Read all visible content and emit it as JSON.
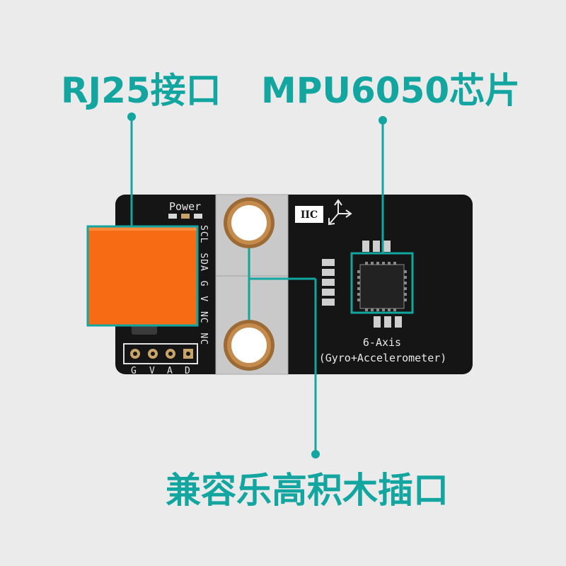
{
  "callouts": {
    "rj25": "RJ25接口",
    "mpu": "MPU6050芯片",
    "lego": "兼容乐高积木插口"
  },
  "board": {
    "power_label": "Power",
    "pins": [
      "SCL",
      "SDA",
      "G",
      "V",
      "NC",
      "NC"
    ],
    "header_pins": [
      "G",
      "V",
      "A",
      "D"
    ],
    "iic_label": "IIC",
    "axis_title": "6-Axis",
    "axis_subtitle": "(Gyro+Accelerometer)"
  },
  "colors": {
    "accent": "#13a6a0",
    "pcb": "#151515",
    "connector": "#f76b14",
    "copper": "#b37a3c",
    "plate": "#c9c9c9",
    "background": "#ebebeb"
  }
}
